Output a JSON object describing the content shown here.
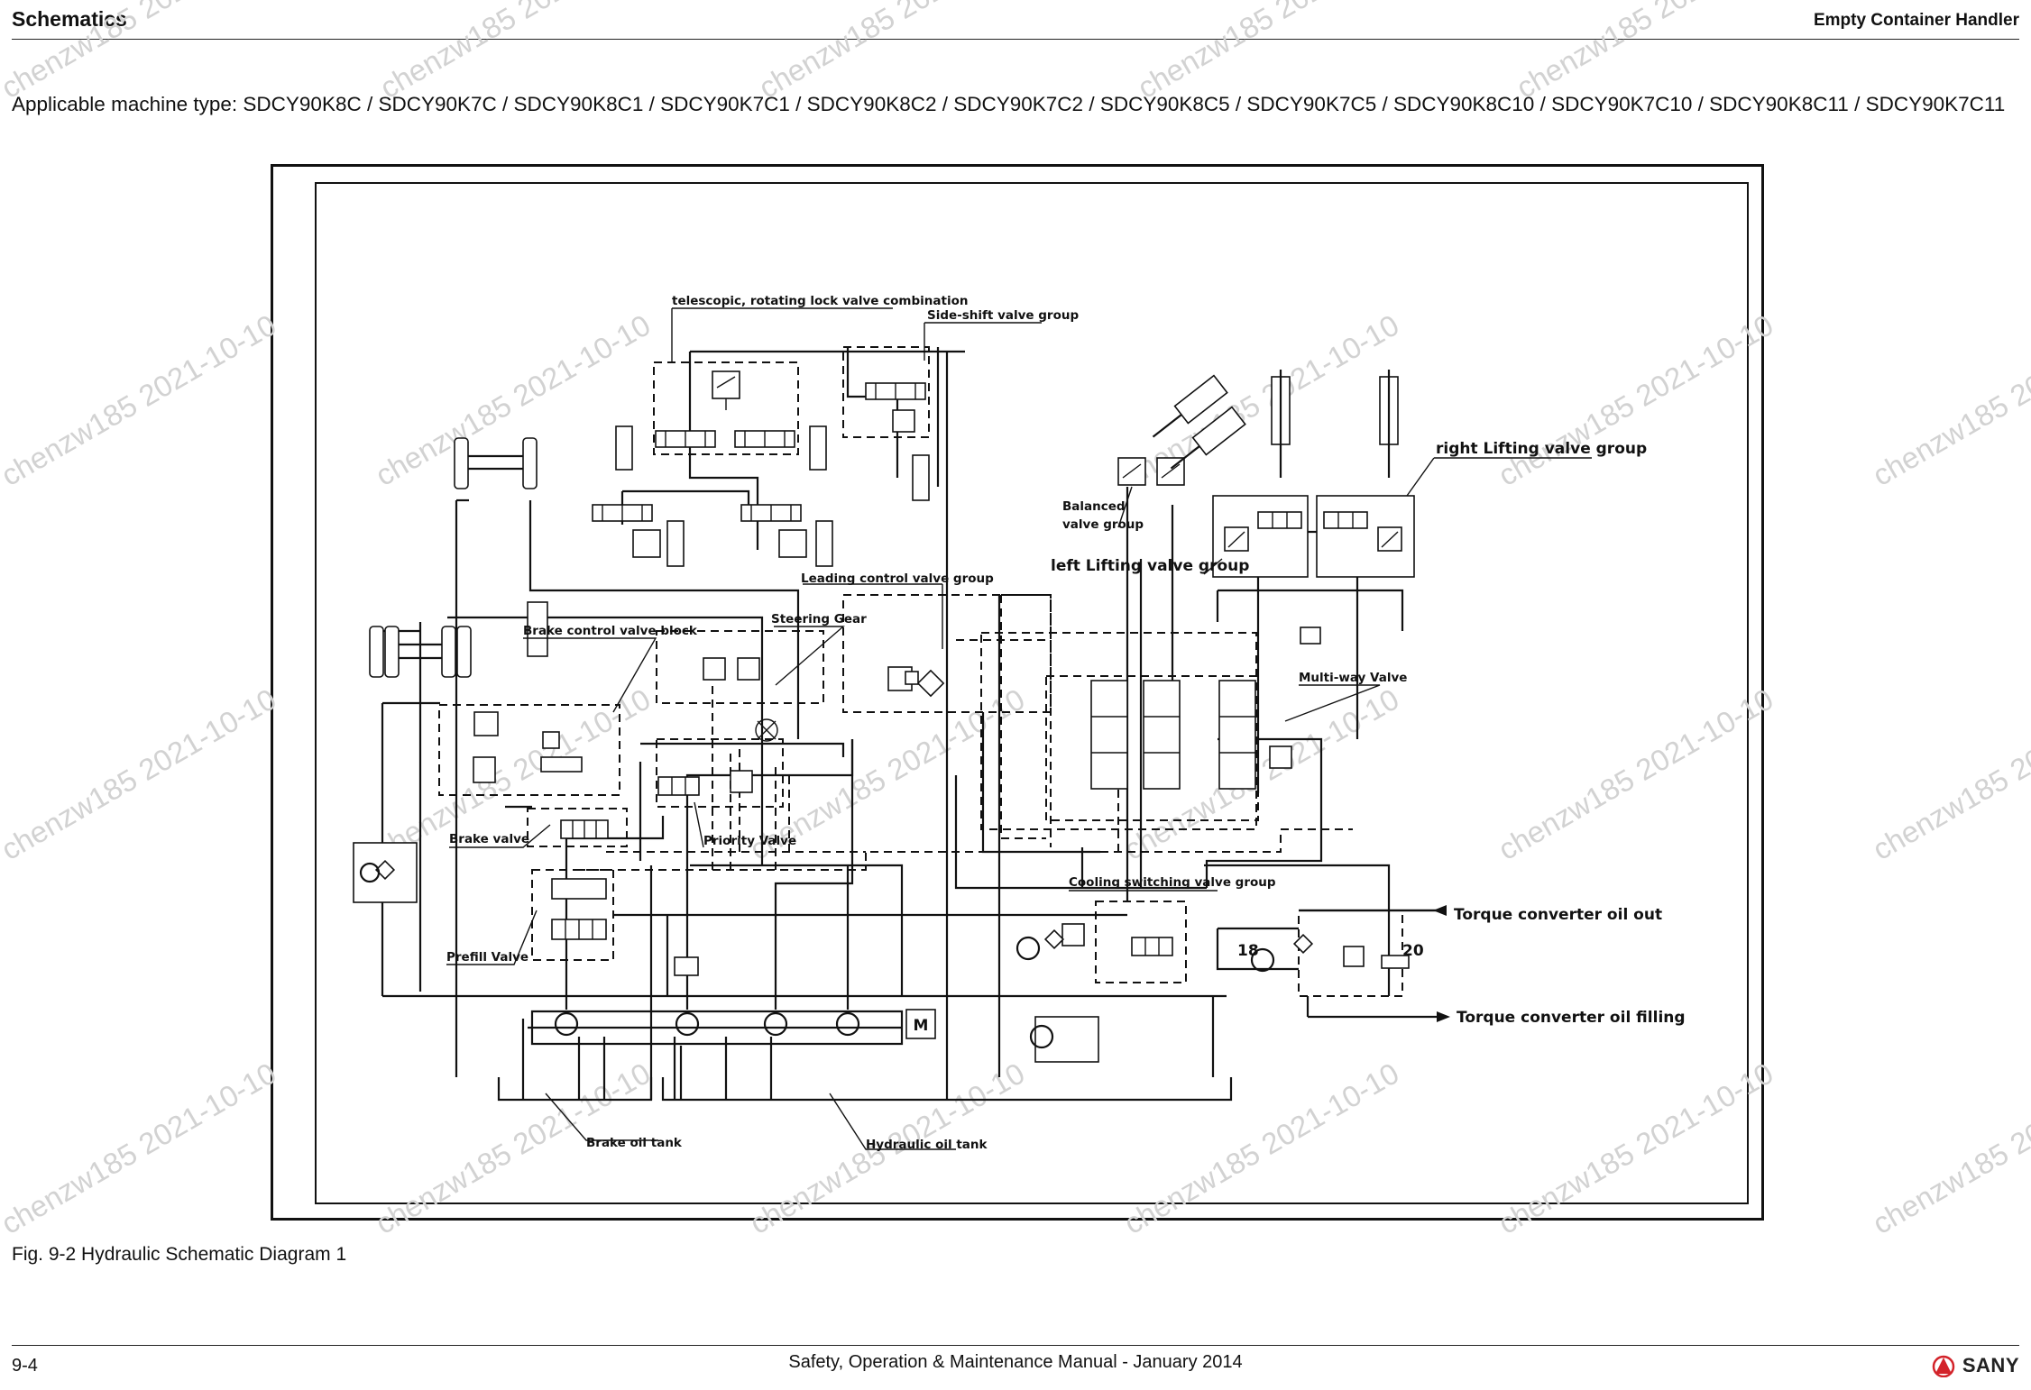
{
  "header": {
    "section": "Schematics",
    "product": "Empty Container Handler"
  },
  "applicable_text": "Applicable machine type: SDCY90K8C / SDCY90K7C / SDCY90K8C1 / SDCY90K7C1 / SDCY90K8C2 / SDCY90K7C2 / SDCY90K8C5 / SDCY90K7C5 / SDCY90K8C10 / SDCY90K7C10 / SDCY90K8C11 / SDCY90K7C11",
  "diagram": {
    "labels": {
      "telescopic": "telescopic, rotating lock valve combination",
      "side_shift": "Side-shift valve group",
      "right_lifting": "right Lifting valve group",
      "balanced_1": "Balanced",
      "balanced_2": "valve group",
      "left_lifting": "left Lifting valve group",
      "leading": "Leading control valve group",
      "brake_block": "Brake control valve block",
      "steering": "Steering Gear",
      "multiway": "Multi-way Valve",
      "brake_valve": "Brake valve",
      "priority": "Priority Valve",
      "cooling": "Cooling switching valve group",
      "tc_out": "Torque converter oil out",
      "tc_fill": "Torque converter oil filling",
      "prefill": "Prefill Valve",
      "brake_tank": "Brake oil tank",
      "hyd_tank": "Hydraulic oil tank",
      "motor": "M",
      "num_18": "18",
      "num_20": "20"
    },
    "watermark": "chenzw185 2021-10-10"
  },
  "caption": "Fig. 9-2 Hydraulic Schematic Diagram 1",
  "footer": {
    "page": "9-4",
    "manual": "Safety, Operation & Maintenance Manual - January 2014",
    "brand": "SANY",
    "brand_color": "#d3232a"
  }
}
